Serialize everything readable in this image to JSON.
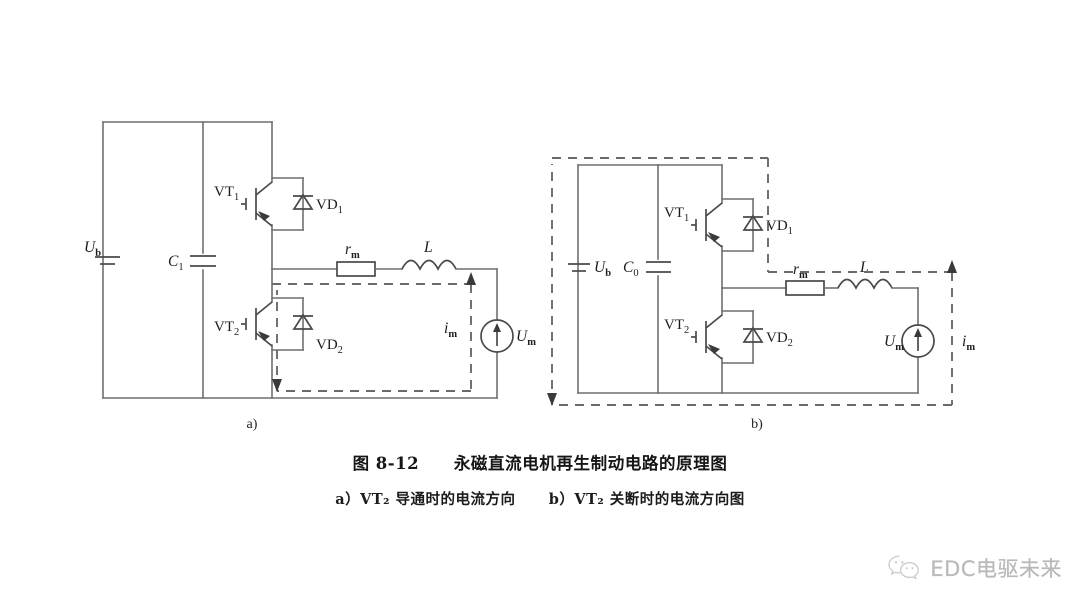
{
  "figure": {
    "caption_number": "图 8-12",
    "caption_title": "永磁直流电机再生制动电路的原理图",
    "subcaption_a": "a）VT₂ 导通时的电流方向",
    "subcaption_b": "b）VT₂ 关断时的电流方向图",
    "panel_a_tag": "a)",
    "panel_b_tag": "b)"
  },
  "panel_a": {
    "source_label": "U",
    "source_sub": "b",
    "cap_label": "C",
    "cap_sub": "1",
    "sw1_label": "VT",
    "sw1_sub": "1",
    "sw2_label": "VT",
    "sw2_sub": "2",
    "d1_label": "VD",
    "d1_sub": "1",
    "d2_label": "VD",
    "d2_sub": "2",
    "res_label": "r",
    "res_sub": "m",
    "ind_label": "L",
    "emf_label": "U",
    "emf_sub": "m",
    "cur_label": "i",
    "cur_sub": "m"
  },
  "panel_b": {
    "source_label": "U",
    "source_sub": "b",
    "cap_label": "C",
    "cap_sub": "0",
    "sw1_label": "VT",
    "sw1_sub": "1",
    "sw2_label": "VT",
    "sw2_sub": "2",
    "d1_label": "VD",
    "d1_sub": "1",
    "d2_label": "VD",
    "d2_sub": "2",
    "res_label": "r",
    "res_sub": "m",
    "ind_label": "L",
    "emf_label": "U",
    "emf_sub": "m",
    "cur_label": "i",
    "cur_sub": "m"
  },
  "watermark": {
    "text": "EDC电驱未来",
    "icon": "wechat-icon"
  },
  "colors": {
    "wire": "#6f6f6f",
    "symbol": "#4a4a4a",
    "dashed": "#6a6a6a",
    "text": "#1d1d1d",
    "background": "#ffffff",
    "watermark": "#8d8d8d"
  }
}
